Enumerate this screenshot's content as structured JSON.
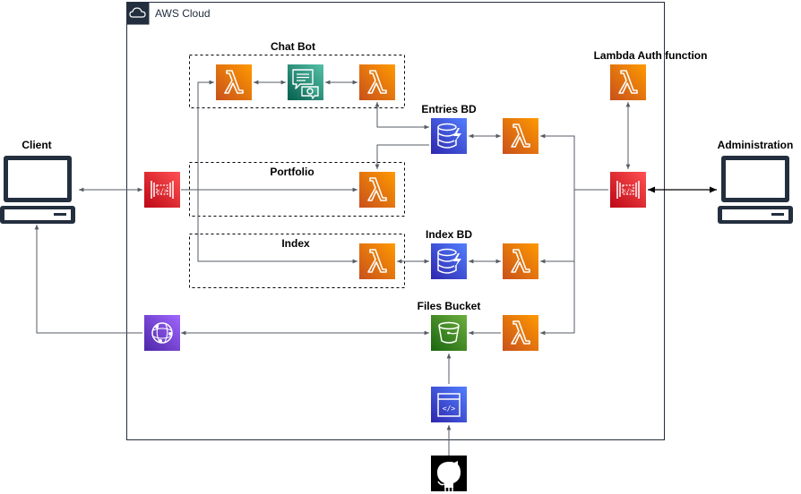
{
  "cloud": {
    "label": "AWS Cloud"
  },
  "groups": {
    "chatbot": "Chat Bot",
    "portfolio": "Portfolio",
    "index": "Index"
  },
  "labels": {
    "entries_db": "Entries BD",
    "index_db": "Index BD",
    "files_bucket": "Files Bucket",
    "lambda_auth": "Lambda Auth function",
    "client": "Client",
    "administration": "Administration"
  },
  "colors": {
    "lambda": "#ed7100",
    "api_gateway": "#e7157b",
    "dynamodb": "#3b48cc",
    "s3": "#3f8624",
    "cloudfront": "#8c4fff",
    "lex": "#01a88d",
    "codebuild": "#3b48cc",
    "github": "#000000"
  },
  "icons": [
    "lambda-icon",
    "lex-chatbot-icon",
    "api-gateway-icon",
    "dynamodb-icon",
    "s3-bucket-icon",
    "cloudfront-icon",
    "codebuild-icon",
    "github-icon",
    "computer-icon",
    "cloud-icon"
  ]
}
